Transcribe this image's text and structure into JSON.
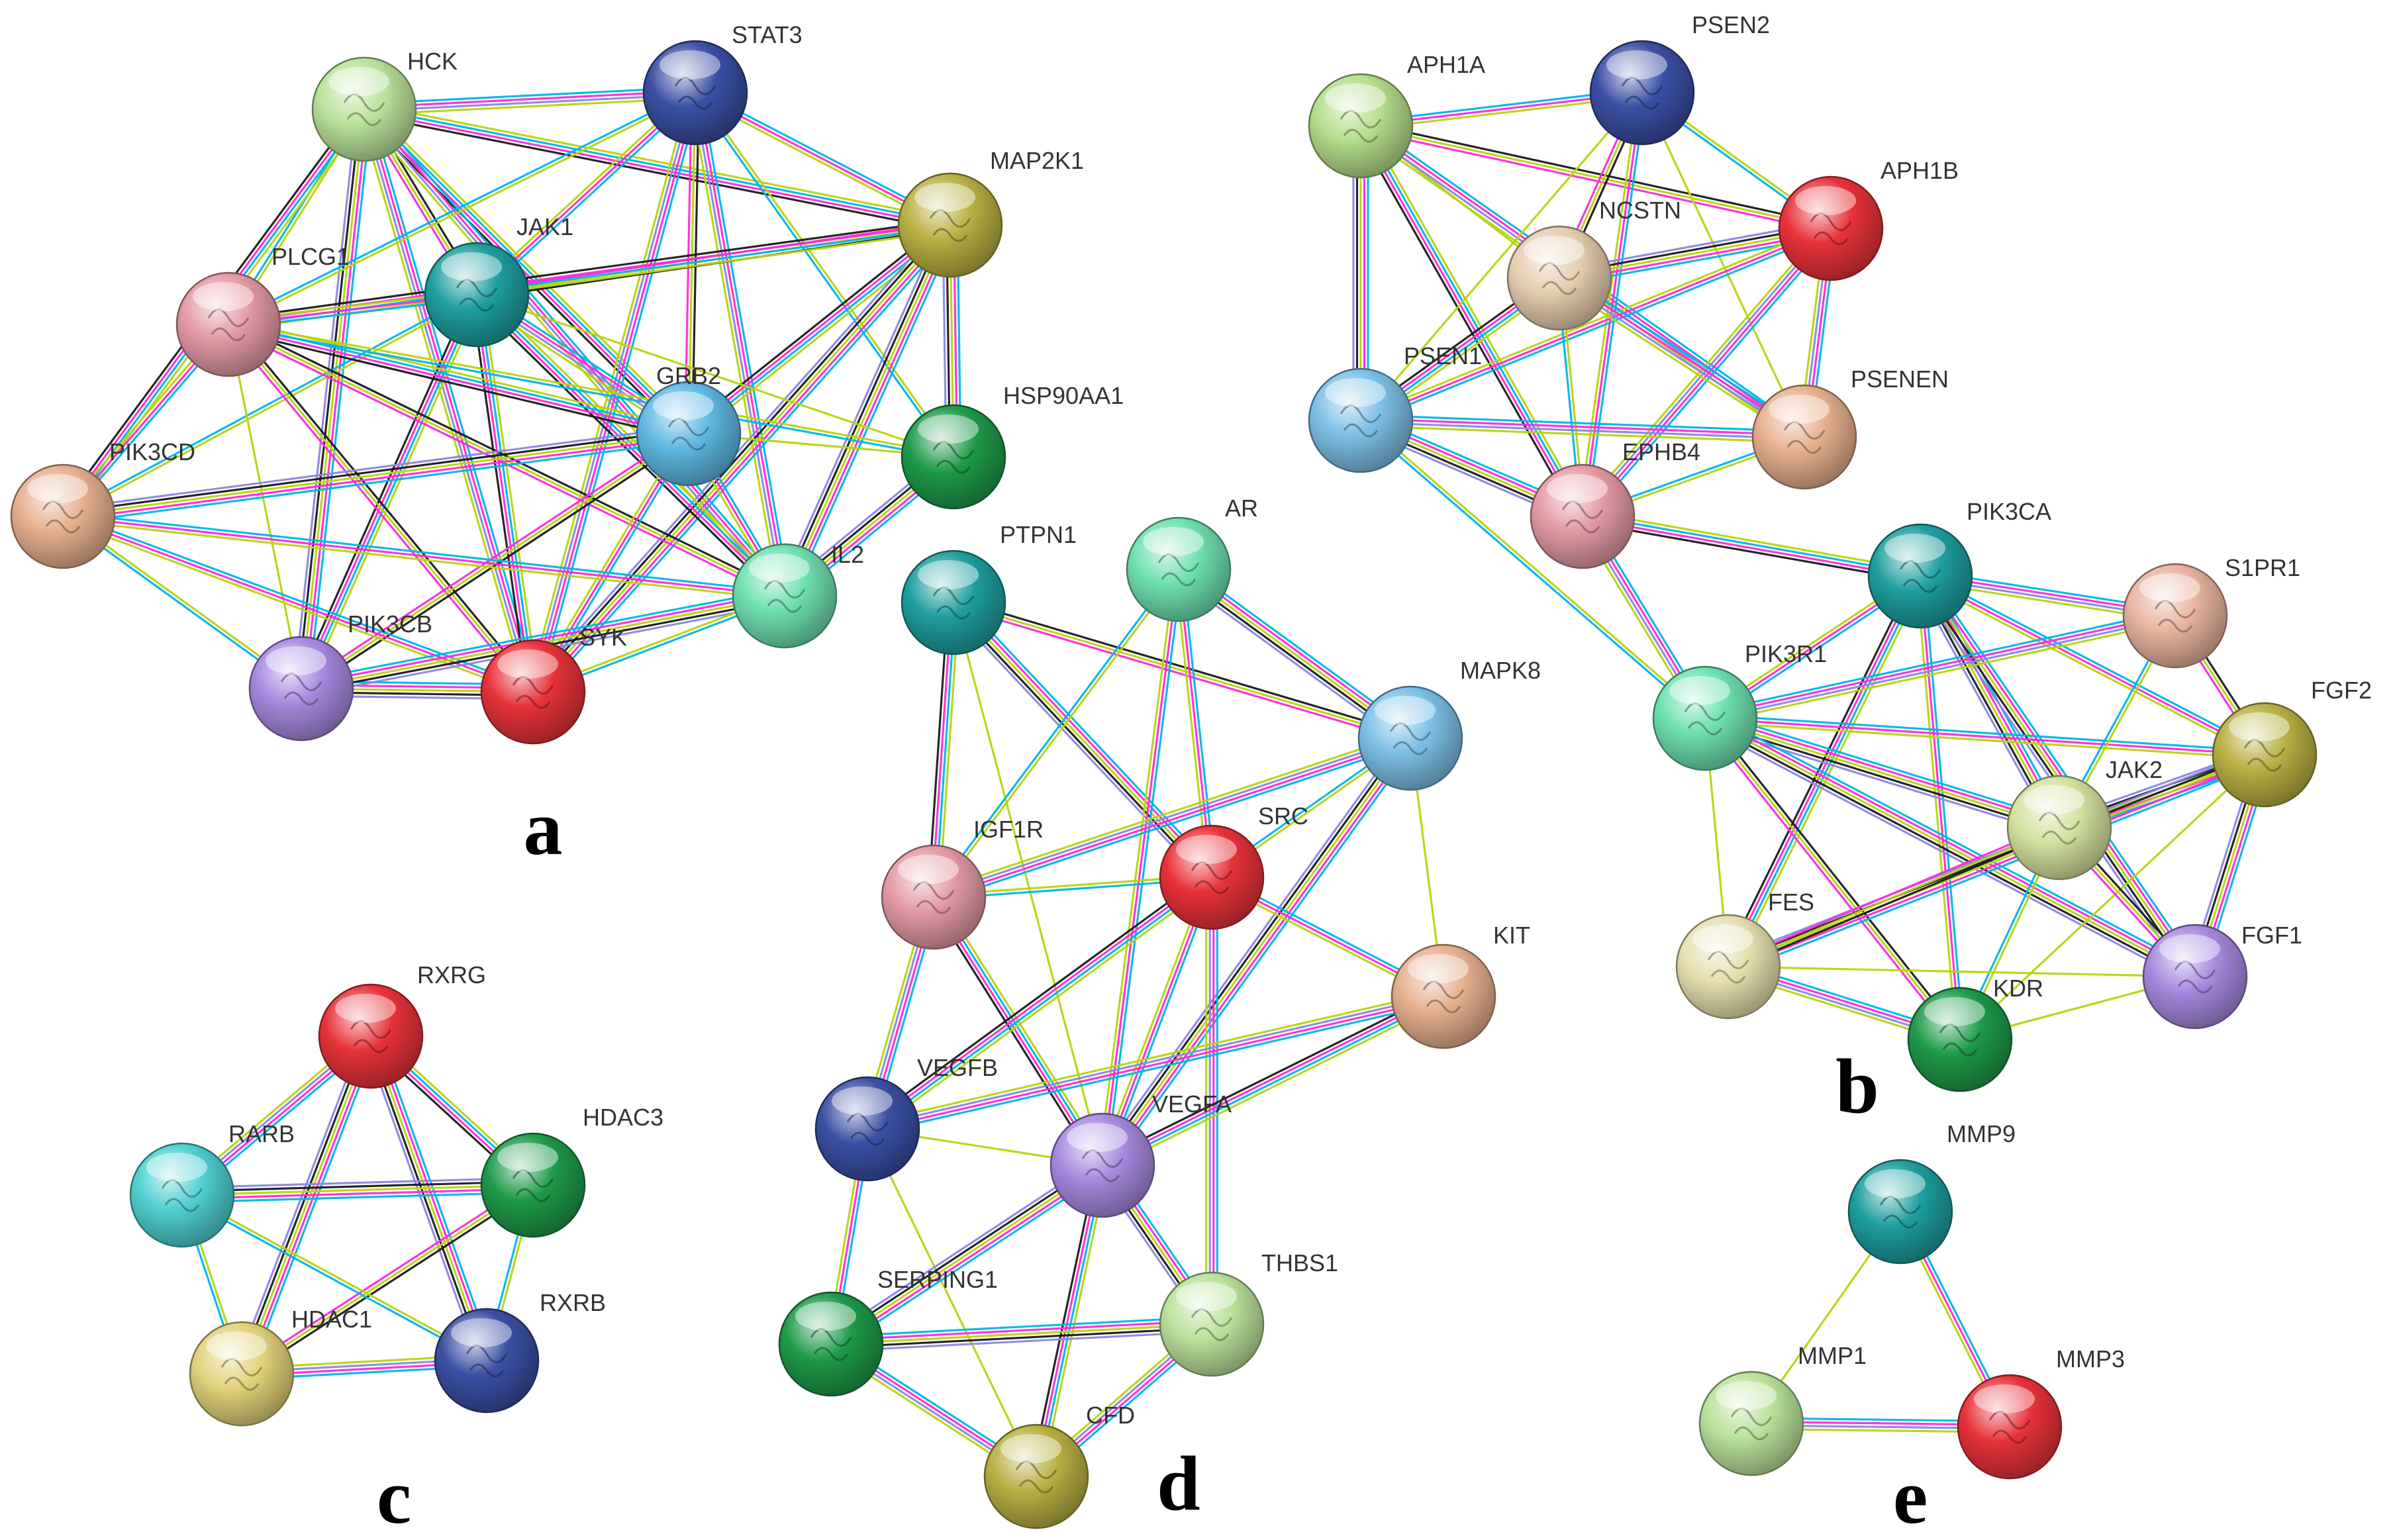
{
  "colors": {
    "database": "#00b7e8",
    "experimental": "#ff2bd8",
    "textmining": "#b8d40f",
    "coexpression": "#1a1a1a",
    "homology": "#8a8ae0",
    "cooccurrence": "#2a2ad0"
  },
  "panels": [
    {
      "id": "a",
      "letter": "a",
      "nodes": [
        {
          "id": "HCK",
          "label": "HCK",
          "color": "#b9e29b"
        },
        {
          "id": "STAT3",
          "label": "STAT3",
          "color": "#3b4fa3"
        },
        {
          "id": "MAP2K1",
          "label": "MAP2K1",
          "color": "#b8b043"
        },
        {
          "id": "JAK1",
          "label": "JAK1",
          "color": "#1e9e9e"
        },
        {
          "id": "PLCG1",
          "label": "PLCG1",
          "color": "#e49aa5"
        },
        {
          "id": "GRB2",
          "label": "GRB2",
          "color": "#5fb8e3"
        },
        {
          "id": "HSP90AA1",
          "label": "HSP90AA1",
          "color": "#1f9a4a"
        },
        {
          "id": "PIK3CD",
          "label": "PIK3CD",
          "color": "#e6b08f"
        },
        {
          "id": "IL2",
          "label": "IL2",
          "color": "#6fe0b0"
        },
        {
          "id": "PIK3CB",
          "label": "PIK3CB",
          "color": "#a889e0"
        },
        {
          "id": "SYK",
          "label": "SYK",
          "color": "#e8323a"
        }
      ],
      "edges": [
        [
          "HCK",
          "STAT3"
        ],
        [
          "HCK",
          "MAP2K1"
        ],
        [
          "HCK",
          "JAK1"
        ],
        [
          "HCK",
          "PLCG1"
        ],
        [
          "HCK",
          "GRB2"
        ],
        [
          "HCK",
          "PIK3CD"
        ],
        [
          "HCK",
          "PIK3CB"
        ],
        [
          "HCK",
          "SYK"
        ],
        [
          "HCK",
          "IL2"
        ],
        [
          "STAT3",
          "MAP2K1"
        ],
        [
          "STAT3",
          "JAK1"
        ],
        [
          "STAT3",
          "PLCG1"
        ],
        [
          "STAT3",
          "GRB2"
        ],
        [
          "STAT3",
          "HSP90AA1"
        ],
        [
          "STAT3",
          "IL2"
        ],
        [
          "STAT3",
          "SYK"
        ],
        [
          "MAP2K1",
          "JAK1"
        ],
        [
          "MAP2K1",
          "PLCG1"
        ],
        [
          "MAP2K1",
          "GRB2"
        ],
        [
          "MAP2K1",
          "HSP90AA1"
        ],
        [
          "MAP2K1",
          "IL2"
        ],
        [
          "MAP2K1",
          "SYK"
        ],
        [
          "JAK1",
          "PLCG1"
        ],
        [
          "JAK1",
          "GRB2"
        ],
        [
          "JAK1",
          "PIK3CD"
        ],
        [
          "JAK1",
          "PIK3CB"
        ],
        [
          "JAK1",
          "SYK"
        ],
        [
          "JAK1",
          "IL2"
        ],
        [
          "JAK1",
          "HSP90AA1"
        ],
        [
          "PLCG1",
          "GRB2"
        ],
        [
          "PLCG1",
          "PIK3CD"
        ],
        [
          "PLCG1",
          "PIK3CB"
        ],
        [
          "PLCG1",
          "SYK"
        ],
        [
          "PLCG1",
          "IL2"
        ],
        [
          "PLCG1",
          "HSP90AA1"
        ],
        [
          "GRB2",
          "HSP90AA1"
        ],
        [
          "GRB2",
          "IL2"
        ],
        [
          "GRB2",
          "PIK3CB"
        ],
        [
          "GRB2",
          "SYK"
        ],
        [
          "GRB2",
          "PIK3CD"
        ],
        [
          "PIK3CD",
          "PIK3CB"
        ],
        [
          "PIK3CD",
          "SYK"
        ],
        [
          "PIK3CD",
          "IL2"
        ],
        [
          "PIK3CB",
          "SYK"
        ],
        [
          "PIK3CB",
          "IL2"
        ],
        [
          "SYK",
          "IL2"
        ],
        [
          "HSP90AA1",
          "IL2"
        ]
      ]
    },
    {
      "id": "b",
      "letter": "b",
      "nodes": [
        {
          "id": "APH1A",
          "label": "APH1A",
          "color": "#b4de8a"
        },
        {
          "id": "PSEN2",
          "label": "PSEN2",
          "color": "#3b4fa3"
        },
        {
          "id": "APH1B",
          "label": "APH1B",
          "color": "#e8323a"
        },
        {
          "id": "NCSTN",
          "label": "NCSTN",
          "color": "#e6cdb0"
        },
        {
          "id": "PSEN1",
          "label": "PSEN1",
          "color": "#7cc0e6"
        },
        {
          "id": "PSENEN",
          "label": "PSENEN",
          "color": "#e6b08f"
        },
        {
          "id": "EPHB4",
          "label": "EPHB4",
          "color": "#e49aa5"
        },
        {
          "id": "PIK3CA",
          "label": "PIK3CA",
          "color": "#1e9e9e"
        },
        {
          "id": "S1PR1",
          "label": "S1PR1",
          "color": "#e8b4a0"
        },
        {
          "id": "PIK3R1",
          "label": "PIK3R1",
          "color": "#6fe0b0"
        },
        {
          "id": "FGF2",
          "label": "FGF2",
          "color": "#b8b043"
        },
        {
          "id": "JAK2",
          "label": "JAK2",
          "color": "#d4e2a0"
        },
        {
          "id": "FES",
          "label": "FES",
          "color": "#e6e0b0"
        },
        {
          "id": "FGF1",
          "label": "FGF1",
          "color": "#a889e0"
        },
        {
          "id": "KDR",
          "label": "KDR",
          "color": "#1f9a4a"
        }
      ],
      "edges": [
        [
          "APH1A",
          "PSEN2"
        ],
        [
          "APH1A",
          "APH1B"
        ],
        [
          "APH1A",
          "NCSTN"
        ],
        [
          "APH1A",
          "PSEN1"
        ],
        [
          "APH1A",
          "PSENEN"
        ],
        [
          "APH1A",
          "EPHB4"
        ],
        [
          "PSEN2",
          "APH1B"
        ],
        [
          "PSEN2",
          "NCSTN"
        ],
        [
          "PSEN2",
          "PSEN1"
        ],
        [
          "PSEN2",
          "PSENEN"
        ],
        [
          "PSEN2",
          "EPHB4"
        ],
        [
          "APH1B",
          "NCSTN"
        ],
        [
          "APH1B",
          "PSEN1"
        ],
        [
          "APH1B",
          "PSENEN"
        ],
        [
          "APH1B",
          "EPHB4"
        ],
        [
          "NCSTN",
          "PSEN1"
        ],
        [
          "NCSTN",
          "PSENEN"
        ],
        [
          "NCSTN",
          "EPHB4"
        ],
        [
          "PSEN1",
          "PSENEN"
        ],
        [
          "PSEN1",
          "EPHB4"
        ],
        [
          "PSEN1",
          "PIK3R1"
        ],
        [
          "PSENEN",
          "EPHB4"
        ],
        [
          "EPHB4",
          "PIK3CA"
        ],
        [
          "EPHB4",
          "PIK3R1"
        ],
        [
          "PIK3CA",
          "PIK3R1"
        ],
        [
          "PIK3CA",
          "S1PR1"
        ],
        [
          "PIK3CA",
          "JAK2"
        ],
        [
          "PIK3CA",
          "FES"
        ],
        [
          "PIK3CA",
          "KDR"
        ],
        [
          "PIK3CA",
          "FGF2"
        ],
        [
          "PIK3CA",
          "FGF1"
        ],
        [
          "PIK3R1",
          "S1PR1"
        ],
        [
          "PIK3R1",
          "JAK2"
        ],
        [
          "PIK3R1",
          "FES"
        ],
        [
          "PIK3R1",
          "KDR"
        ],
        [
          "PIK3R1",
          "FGF2"
        ],
        [
          "PIK3R1",
          "FGF1"
        ],
        [
          "S1PR1",
          "FGF2"
        ],
        [
          "S1PR1",
          "JAK2"
        ],
        [
          "FGF2",
          "JAK2"
        ],
        [
          "FGF2",
          "FGF1"
        ],
        [
          "FGF2",
          "KDR"
        ],
        [
          "FGF2",
          "FES"
        ],
        [
          "JAK2",
          "FES"
        ],
        [
          "JAK2",
          "KDR"
        ],
        [
          "JAK2",
          "FGF1"
        ],
        [
          "FES",
          "KDR"
        ],
        [
          "FES",
          "FGF1"
        ],
        [
          "KDR",
          "FGF1"
        ]
      ]
    },
    {
      "id": "c",
      "letter": "c",
      "nodes": [
        {
          "id": "RXRG",
          "label": "RXRG",
          "color": "#e8323a"
        },
        {
          "id": "HDAC3",
          "label": "HDAC3",
          "color": "#1f9a4a"
        },
        {
          "id": "RARB",
          "label": "RARB",
          "color": "#4fd0d0"
        },
        {
          "id": "RXRB",
          "label": "RXRB",
          "color": "#3b4fa3"
        },
        {
          "id": "HDAC1",
          "label": "HDAC1",
          "color": "#e2d27a"
        }
      ],
      "edges": [
        [
          "RXRG",
          "HDAC3"
        ],
        [
          "RXRG",
          "RARB"
        ],
        [
          "RXRG",
          "RXRB"
        ],
        [
          "RXRG",
          "HDAC1"
        ],
        [
          "HDAC3",
          "RARB"
        ],
        [
          "HDAC3",
          "RXRB"
        ],
        [
          "HDAC3",
          "HDAC1"
        ],
        [
          "RARB",
          "RXRB"
        ],
        [
          "RARB",
          "HDAC1"
        ],
        [
          "RXRB",
          "HDAC1"
        ]
      ]
    },
    {
      "id": "d",
      "letter": "d",
      "nodes": [
        {
          "id": "PTPN1",
          "label": "PTPN1",
          "color": "#1e9e9e"
        },
        {
          "id": "AR",
          "label": "AR",
          "color": "#6fe0b0"
        },
        {
          "id": "MAPK8",
          "label": "MAPK8",
          "color": "#7cc0e6"
        },
        {
          "id": "IGF1R",
          "label": "IGF1R",
          "color": "#e49aa5"
        },
        {
          "id": "SRC",
          "label": "SRC",
          "color": "#e8323a"
        },
        {
          "id": "KIT",
          "label": "KIT",
          "color": "#e6b08f"
        },
        {
          "id": "VEGFB",
          "label": "VEGFB",
          "color": "#3b4fa3"
        },
        {
          "id": "VEGFA",
          "label": "VEGFA",
          "color": "#a889e0"
        },
        {
          "id": "THBS1",
          "label": "THBS1",
          "color": "#b9e29b"
        },
        {
          "id": "SERPING1",
          "label": "SERPING1",
          "color": "#1f9a4a"
        },
        {
          "id": "CFD",
          "label": "CFD",
          "color": "#b8b043"
        }
      ],
      "edges": [
        [
          "PTPN1",
          "IGF1R"
        ],
        [
          "PTPN1",
          "SRC"
        ],
        [
          "PTPN1",
          "MAPK8"
        ],
        [
          "PTPN1",
          "VEGFA"
        ],
        [
          "AR",
          "IGF1R"
        ],
        [
          "AR",
          "SRC"
        ],
        [
          "AR",
          "MAPK8"
        ],
        [
          "AR",
          "VEGFA"
        ],
        [
          "MAPK8",
          "SRC"
        ],
        [
          "MAPK8",
          "KIT"
        ],
        [
          "MAPK8",
          "IGF1R"
        ],
        [
          "MAPK8",
          "VEGFA"
        ],
        [
          "IGF1R",
          "SRC"
        ],
        [
          "IGF1R",
          "VEGFA"
        ],
        [
          "IGF1R",
          "VEGFB"
        ],
        [
          "SRC",
          "KIT"
        ],
        [
          "SRC",
          "VEGFA"
        ],
        [
          "SRC",
          "THBS1"
        ],
        [
          "SRC",
          "VEGFB"
        ],
        [
          "KIT",
          "VEGFA"
        ],
        [
          "KIT",
          "VEGFB"
        ],
        [
          "VEGFB",
          "VEGFA"
        ],
        [
          "VEGFB",
          "SERPING1"
        ],
        [
          "VEGFB",
          "CFD"
        ],
        [
          "VEGFA",
          "THBS1"
        ],
        [
          "VEGFA",
          "SERPING1"
        ],
        [
          "VEGFA",
          "CFD"
        ],
        [
          "SERPING1",
          "CFD"
        ],
        [
          "SERPING1",
          "THBS1"
        ],
        [
          "THBS1",
          "CFD"
        ]
      ]
    },
    {
      "id": "e",
      "letter": "e",
      "nodes": [
        {
          "id": "MMP9",
          "label": "MMP9",
          "color": "#1e9e9e"
        },
        {
          "id": "MMP1",
          "label": "MMP1",
          "color": "#b9e29b"
        },
        {
          "id": "MMP3",
          "label": "MMP3",
          "color": "#e8323a"
        }
      ],
      "edges": [
        [
          "MMP9",
          "MMP1"
        ],
        [
          "MMP9",
          "MMP3"
        ],
        [
          "MMP1",
          "MMP3"
        ]
      ]
    }
  ]
}
